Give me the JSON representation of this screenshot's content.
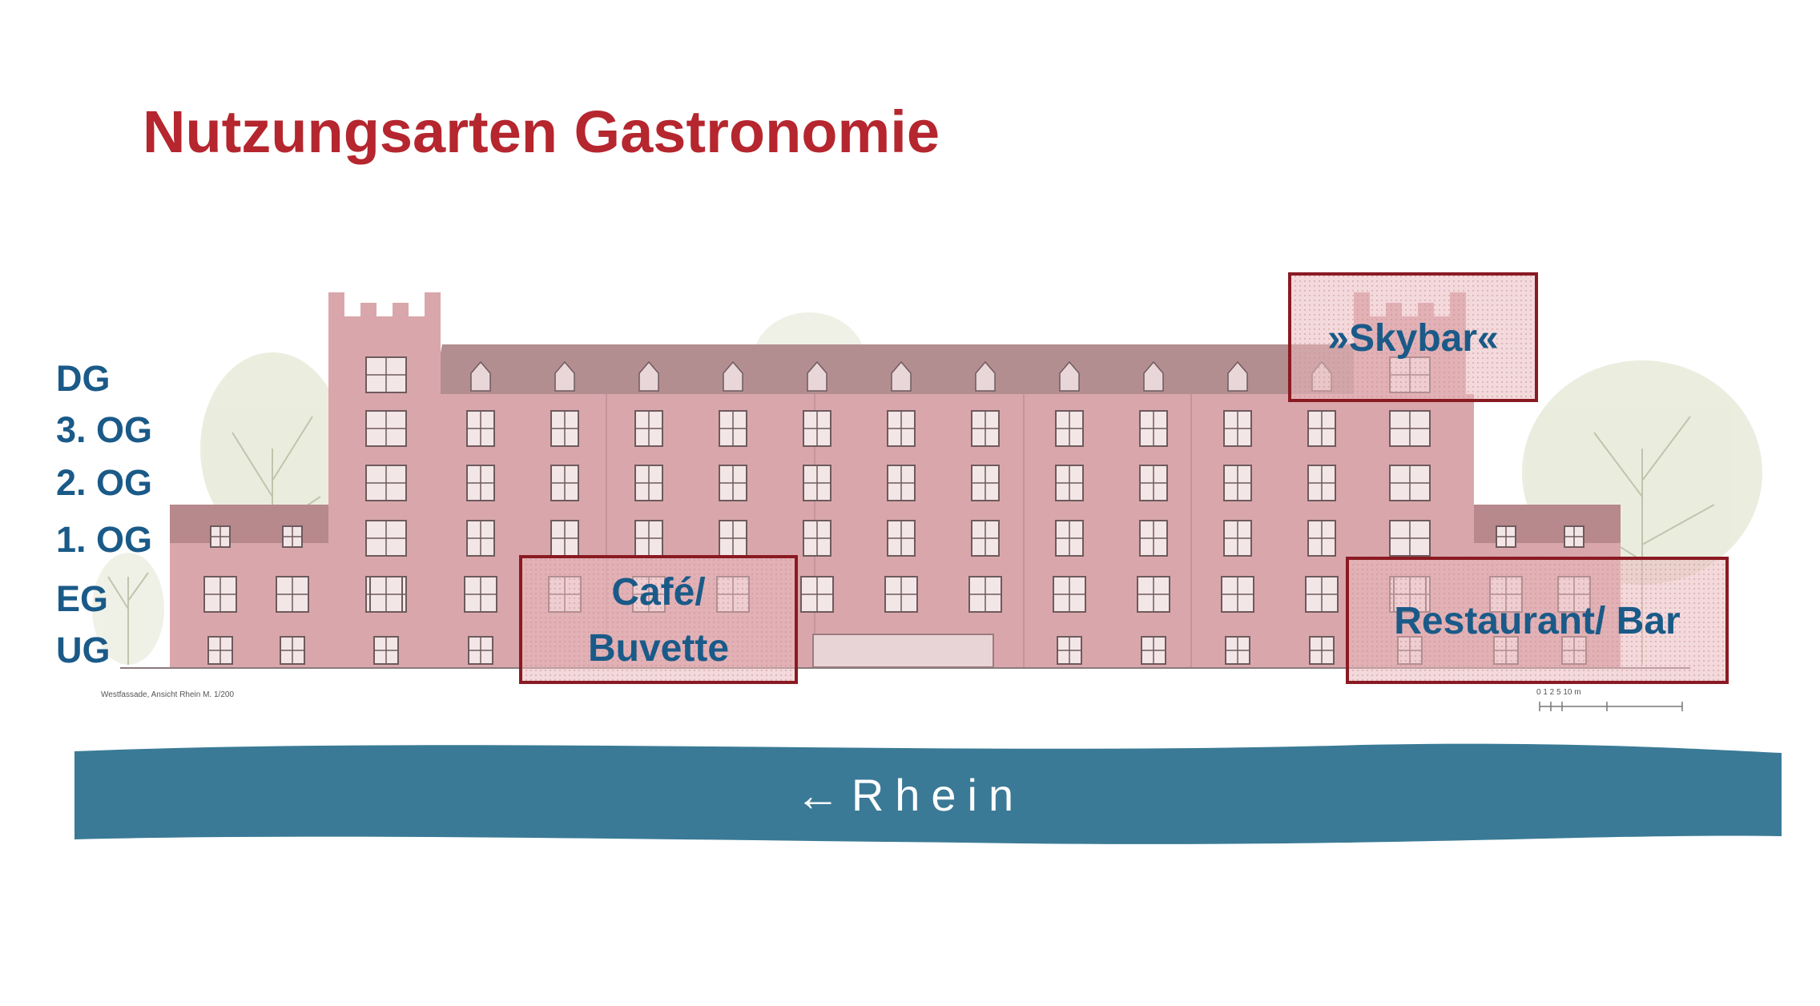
{
  "title": "Nutzungsarten Gastronomie",
  "floors": [
    "DG",
    "3. OG",
    "2. OG",
    "1. OG",
    "EG",
    "UG"
  ],
  "zones": [
    {
      "label": "»Skybar«"
    },
    {
      "label_line1": "Café/",
      "label_line2": "Buvette"
    },
    {
      "label": "Restaurant/ Bar"
    }
  ],
  "river": {
    "label": "←Rhein"
  },
  "drawing": {
    "caption": "Westfassade, Ansicht Rhein M. 1/200",
    "scale": "0  1  2       5            10 m"
  },
  "colors": {
    "title": "#b5262e",
    "labels": "#1a5a88",
    "facade": "#d9a7ab",
    "zone_border": "#8a1a22",
    "river": "#3a7a96"
  }
}
